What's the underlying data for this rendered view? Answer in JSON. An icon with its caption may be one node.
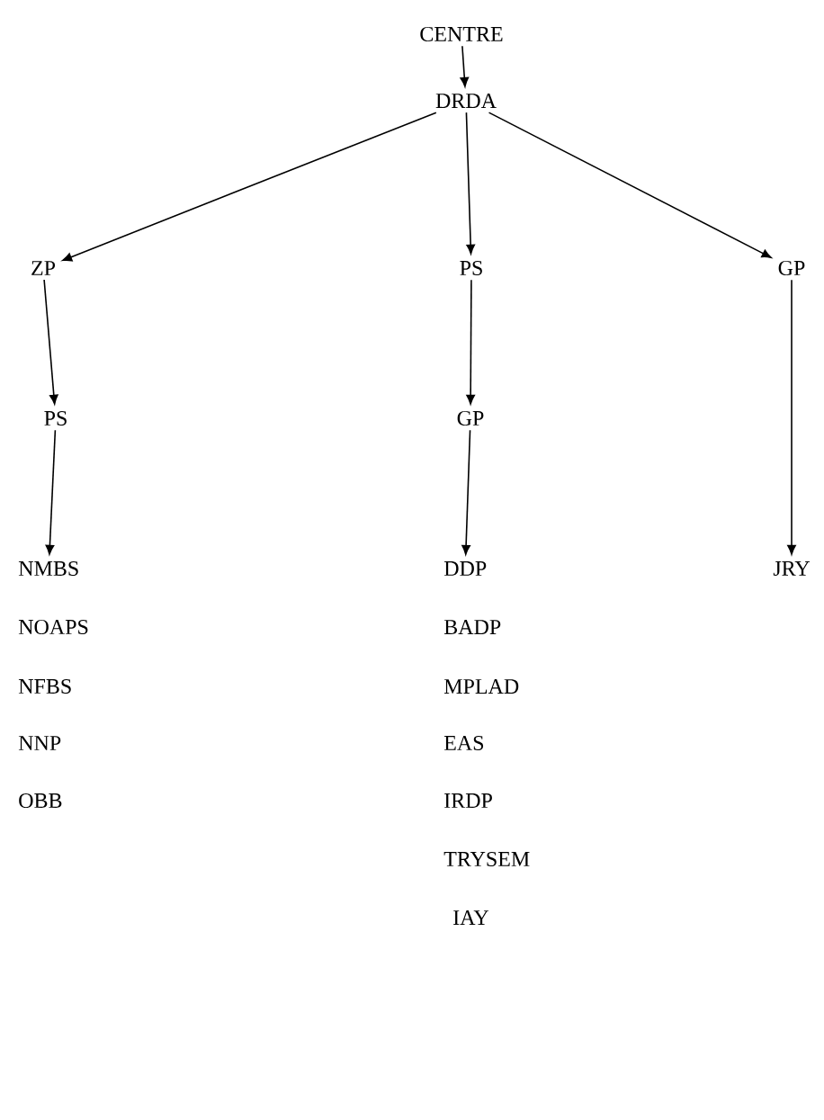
{
  "diagram": {
    "nodes": [
      {
        "text": [
          "CENTRE"
        ]
      },
      {
        "text": [
          "DRDA"
        ]
      },
      {
        "text": [
          "ZP"
        ]
      },
      {
        "text": [
          "PS"
        ]
      },
      {
        "text": [
          "GP"
        ]
      },
      {
        "text": [
          "PS"
        ]
      },
      {
        "text": [
          "GP"
        ]
      },
      {
        "text": [
          "NMBS"
        ]
      },
      {
        "text": [
          "DDP"
        ]
      },
      {
        "text": [
          "JRY"
        ]
      }
    ],
    "edges": [
      {
        "from": 0,
        "to": 1,
        "arrow": "to"
      },
      {
        "from": 1,
        "to": 2,
        "arrow": "to"
      },
      {
        "from": 1,
        "to": 3,
        "arrow": "to"
      },
      {
        "from": 1,
        "to": 4,
        "arrow": "to"
      },
      {
        "from": 2,
        "to": 5,
        "arrow": "to"
      },
      {
        "from": 5,
        "to": 7,
        "arrow": "to"
      },
      {
        "from": 3,
        "to": 6,
        "arrow": "to"
      },
      {
        "from": 6,
        "to": 8,
        "arrow": "to"
      },
      {
        "from": 4,
        "to": 9,
        "arrow": "to"
      }
    ],
    "labels": [
      "NOAPS",
      "BADP",
      "NFBS",
      "MPLAD",
      "NNP",
      "EAS",
      "OBB",
      "IRDP",
      "TRYSEM",
      "IAY"
    ]
  }
}
